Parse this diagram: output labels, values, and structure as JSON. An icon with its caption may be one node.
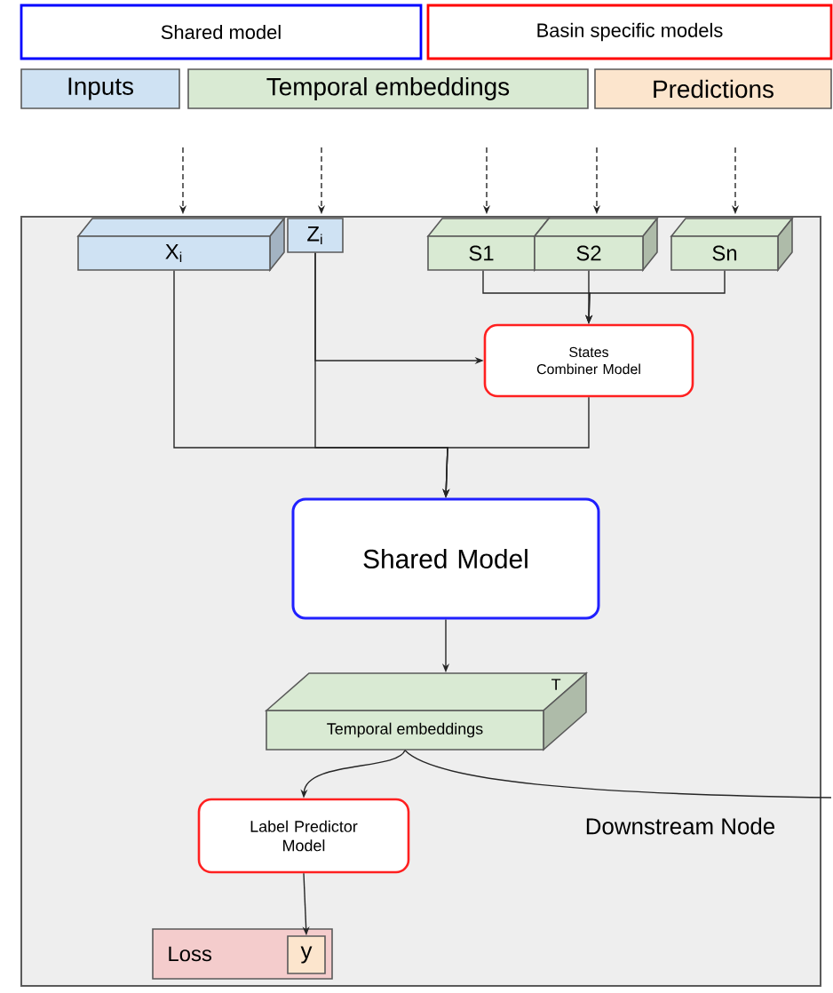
{
  "diagram": {
    "nodes": [
      {
        "text": [],
        "shape": "box"
      },
      {
        "text": [
          "X$_{i}$"
        ],
        "in": 0
      },
      {
        "text": [
          "Z$_{i}$"
        ],
        "in": 0
      },
      {
        "text": [
          "S1"
        ],
        "in": 0
      },
      {
        "text": [
          "S2"
        ],
        "in": 0
      },
      {
        "text": [
          "Sn"
        ],
        "in": 0
      },
      {
        "text": [
          "States Combiner Model"
        ],
        "in": 0
      },
      {
        "text": [
          "Shared Model"
        ],
        "in": 0
      },
      {
        "text": [
          "Temporal embeddings",
          "T"
        ],
        "in": 0
      },
      {
        "text": [
          "Label Predictor Model"
        ],
        "in": 0
      },
      {
        "text": [
          "Loss"
        ],
        "in": 0
      },
      {
        "text": [
          "y"
        ],
        "in": 10
      }
    ],
    "edges": [
      {
        "from": null,
        "to": 1,
        "arrow": "to",
        "style": "dashed"
      },
      {
        "from": null,
        "to": 2,
        "arrow": "to",
        "style": "dashed"
      },
      {
        "from": null,
        "to": 3,
        "arrow": "to",
        "style": "dashed"
      },
      {
        "from": null,
        "to": 4,
        "arrow": "to",
        "style": "dashed"
      },
      {
        "from": null,
        "to": 5,
        "arrow": "to",
        "style": "dashed"
      },
      {
        "from": 3,
        "to": 6,
        "arrow": "to"
      },
      {
        "from": 4,
        "to": 6,
        "arrow": "to"
      },
      {
        "from": 5,
        "to": 6,
        "arrow": "to"
      },
      {
        "from": 2,
        "to": 6,
        "arrow": "to"
      },
      {
        "from": 1,
        "to": 7,
        "arrow": "to"
      },
      {
        "from": 2,
        "to": 7,
        "arrow": "to"
      },
      {
        "from": 6,
        "to": 7,
        "arrow": "to"
      },
      {
        "from": 7,
        "to": 8,
        "arrow": "to"
      },
      {
        "from": 8,
        "to": 9,
        "arrow": "to"
      },
      {
        "from": 8,
        "to": null,
        "arrow": "none"
      },
      {
        "from": 9,
        "to": 11,
        "arrow": "to"
      }
    ],
    "labels": [
      "Downstream Node"
    ],
    "legend": [
      {
        "text": "Shared model",
        "color": "#0000ff"
      },
      {
        "text": "Basin specific models",
        "color": "#ff0000"
      },
      {
        "text": "Inputs",
        "color": "#cfe2f3"
      },
      {
        "text": "Temporal embeddings",
        "color": "#d9ead3"
      },
      {
        "text": "Predictions",
        "color": "#fce5cd"
      }
    ]
  }
}
